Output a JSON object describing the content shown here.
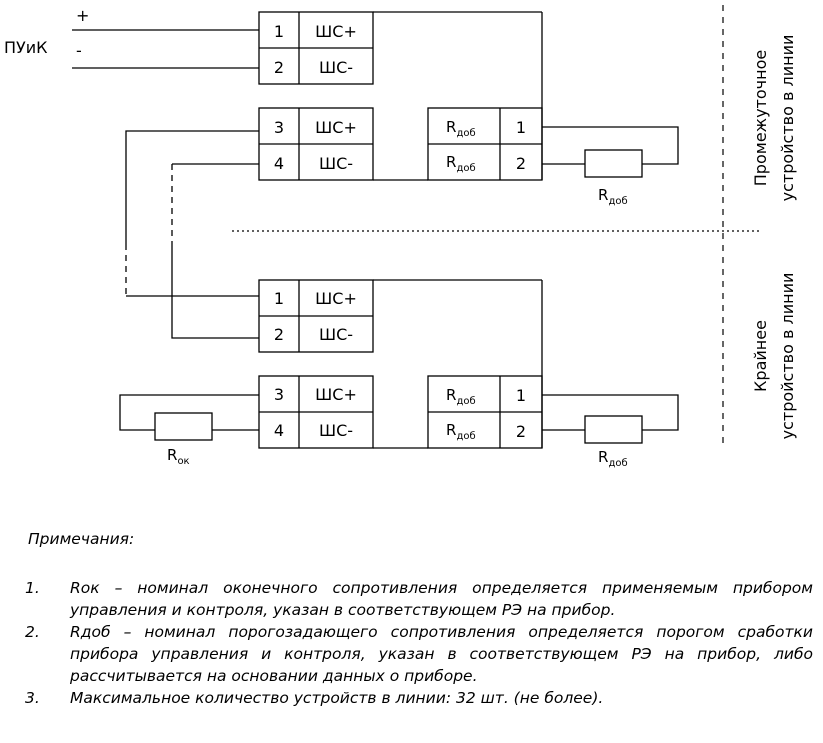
{
  "panel": {
    "label": "ПУиК",
    "plus": "+",
    "minus": "-"
  },
  "intermediate_device": {
    "label_line1": "Промежуточное",
    "label_line2": "устройство в линии",
    "terminals": [
      {
        "num": "1",
        "name": "ШС+"
      },
      {
        "num": "2",
        "name": "ШС-"
      },
      {
        "num": "3",
        "name": "ШС+"
      },
      {
        "num": "4",
        "name": "ШС-"
      }
    ],
    "r_terminals": [
      {
        "r": "R",
        "r_sub": "доб",
        "num": "1"
      },
      {
        "r": "R",
        "r_sub": "доб",
        "num": "2"
      }
    ],
    "resistor": {
      "r": "R",
      "r_sub": "доб"
    }
  },
  "end_device": {
    "label_line1": "Крайнее",
    "label_line2": "устройство в линии",
    "terminals": [
      {
        "num": "1",
        "name": "ШС+"
      },
      {
        "num": "2",
        "name": "ШС-"
      },
      {
        "num": "3",
        "name": "ШС+"
      },
      {
        "num": "4",
        "name": "ШС-"
      }
    ],
    "r_terminals": [
      {
        "r": "R",
        "r_sub": "доб",
        "num": "1"
      },
      {
        "r": "R",
        "r_sub": "доб",
        "num": "2"
      }
    ],
    "resistor_right": {
      "r": "R",
      "r_sub": "доб"
    },
    "resistor_left": {
      "r": "R",
      "r_sub": "ок"
    }
  },
  "notes": {
    "title": "Примечания:",
    "items": [
      {
        "num": "1.",
        "text": "Rок – номинал оконечного сопротивления определяется применяемым прибором управления и контроля, указан в соответствующем РЭ на прибор."
      },
      {
        "num": "2.",
        "text": "Rдоб – номинал порогозадающего сопротивления определяется порогом сработки прибора управления и контроля, указан в соответствующем РЭ на прибор, либо рассчитывается на основании данных о приборе."
      },
      {
        "num": "3.",
        "text": "Максимальное количество устройств в линии: 32 шт. (не более)."
      }
    ]
  }
}
